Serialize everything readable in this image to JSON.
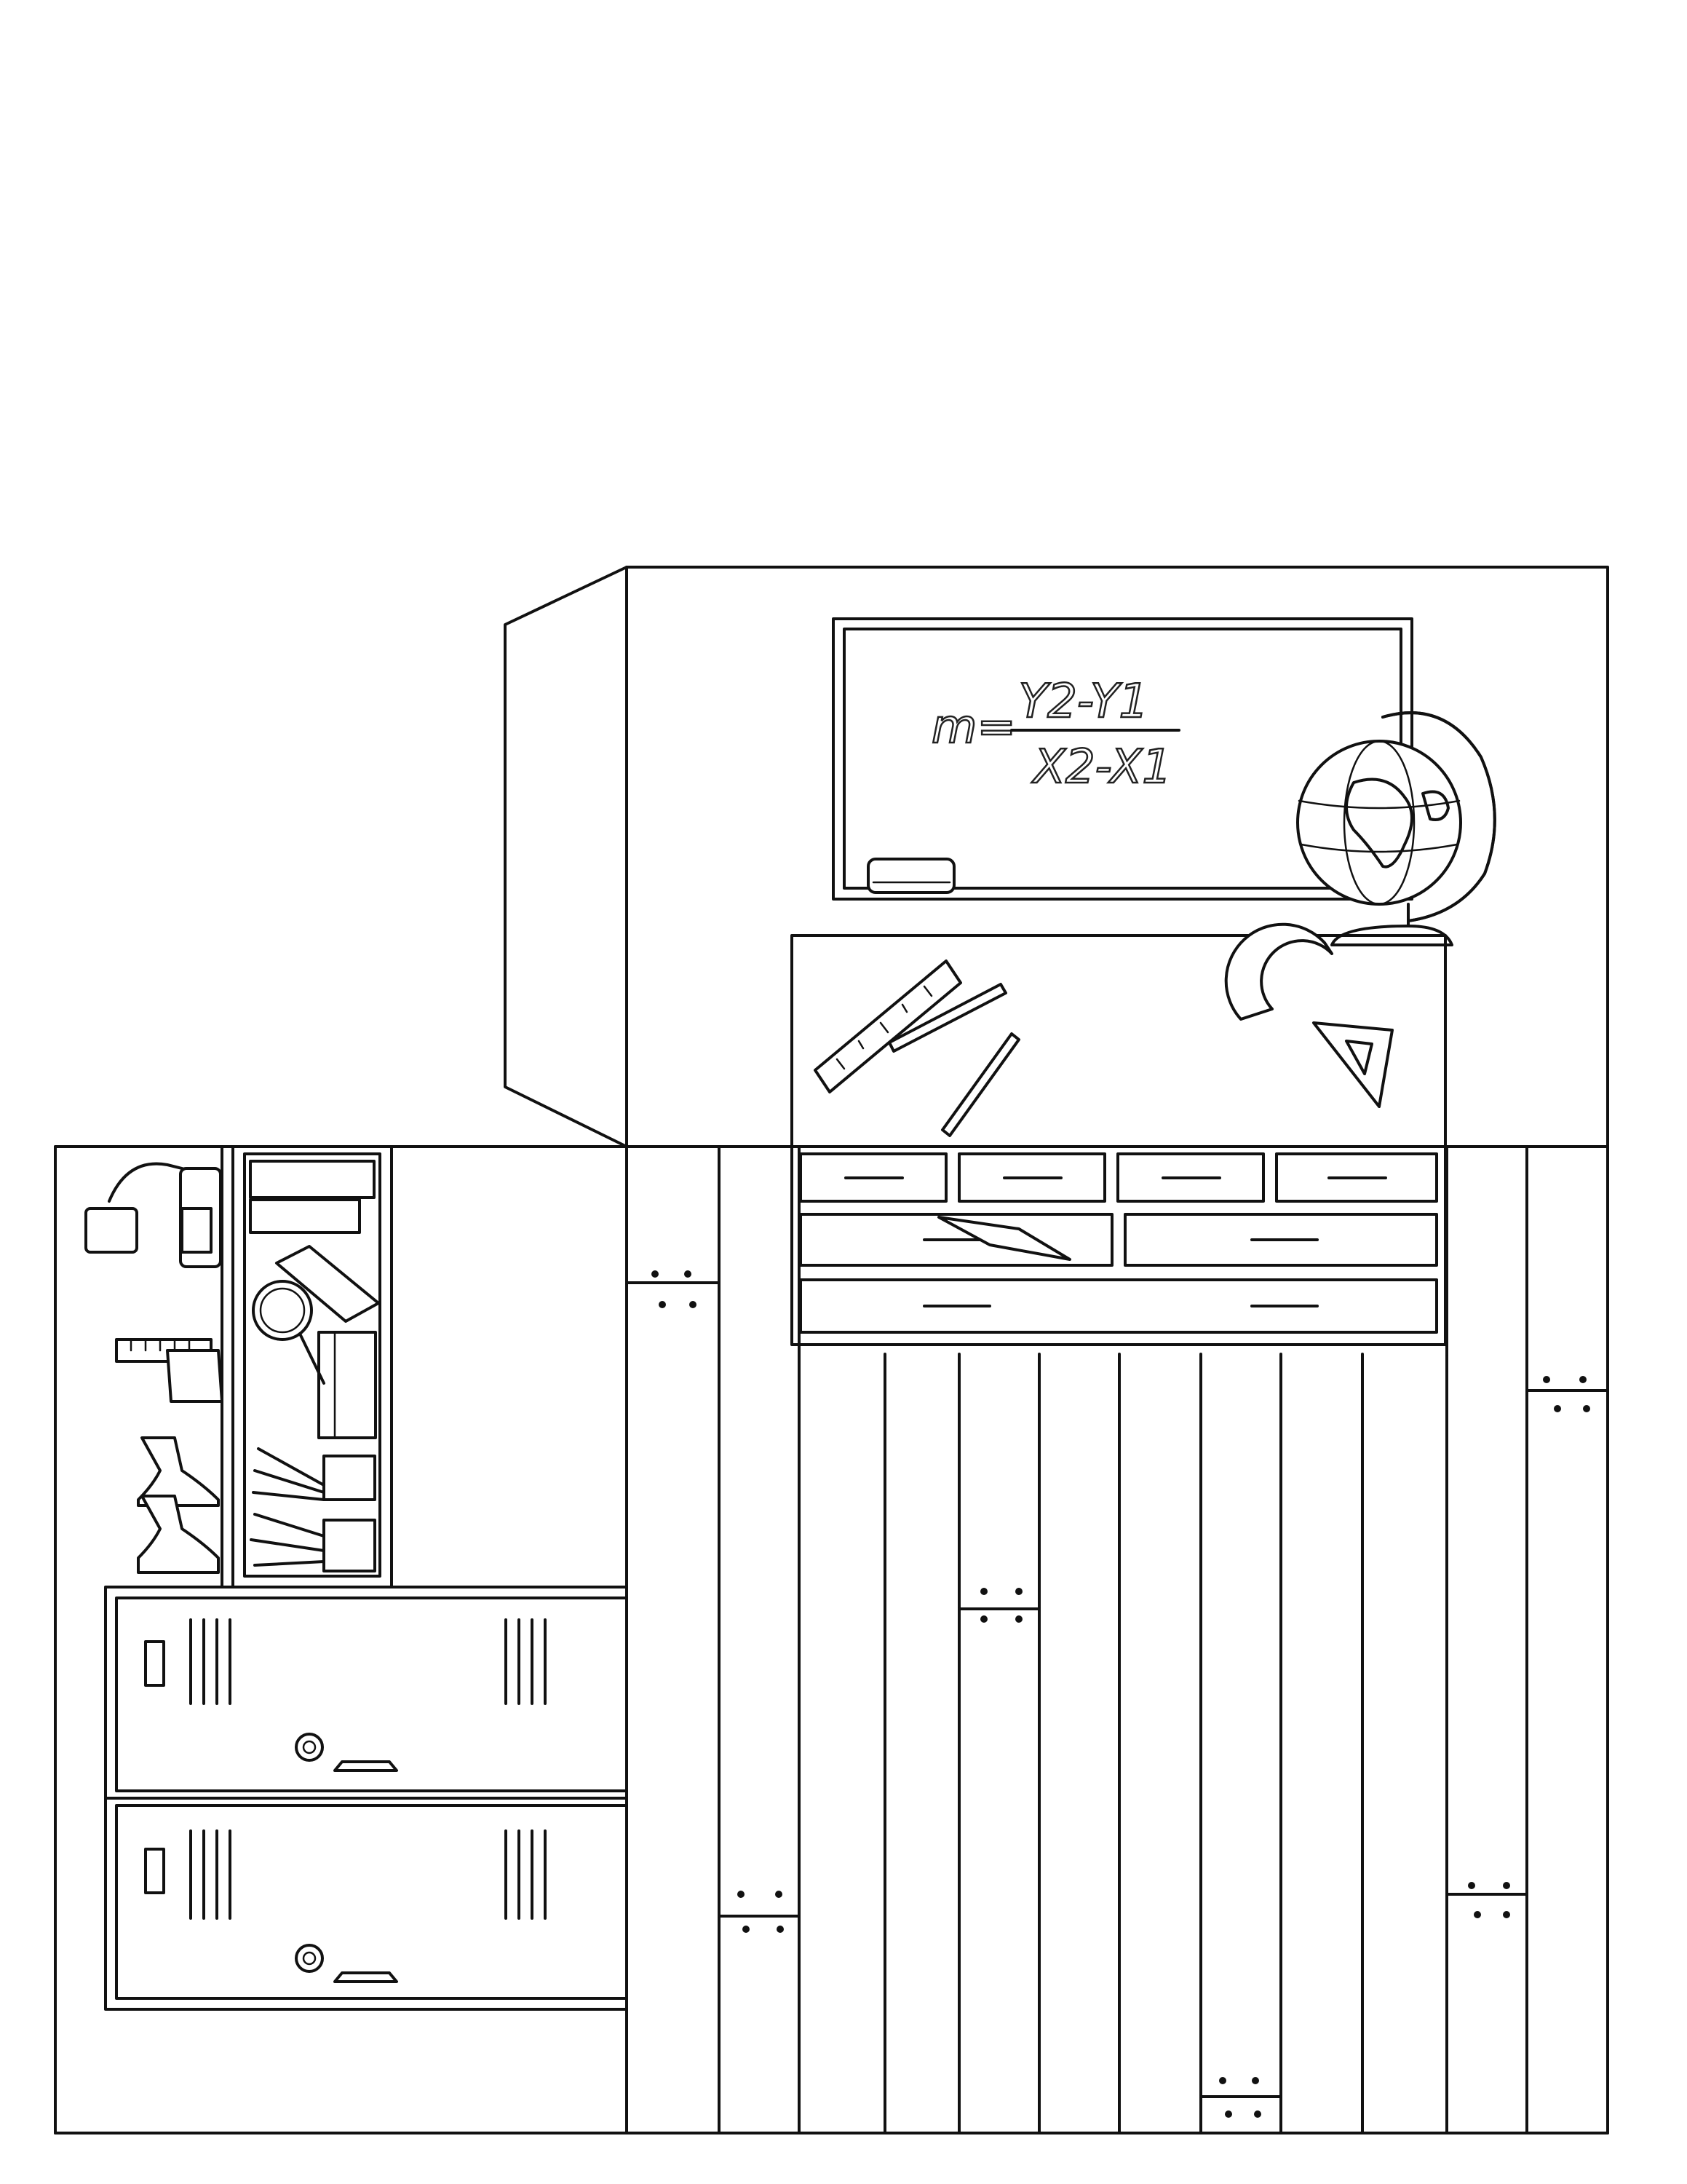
{
  "chalkboard": {
    "formula_lhs": "m=",
    "formula_num": "Y2-Y1",
    "formula_den": "X2-X1"
  },
  "colors": {
    "line": "#111111",
    "background": "#ffffff"
  },
  "icons": [
    "chalkboard",
    "eraser",
    "globe",
    "ruler",
    "pencil",
    "protractor",
    "set-square",
    "microscope",
    "graduated-cylinder",
    "beaker",
    "flask",
    "books",
    "magnifying-glass",
    "paint-brushes",
    "locker",
    "combination-lock",
    "drawer"
  ]
}
